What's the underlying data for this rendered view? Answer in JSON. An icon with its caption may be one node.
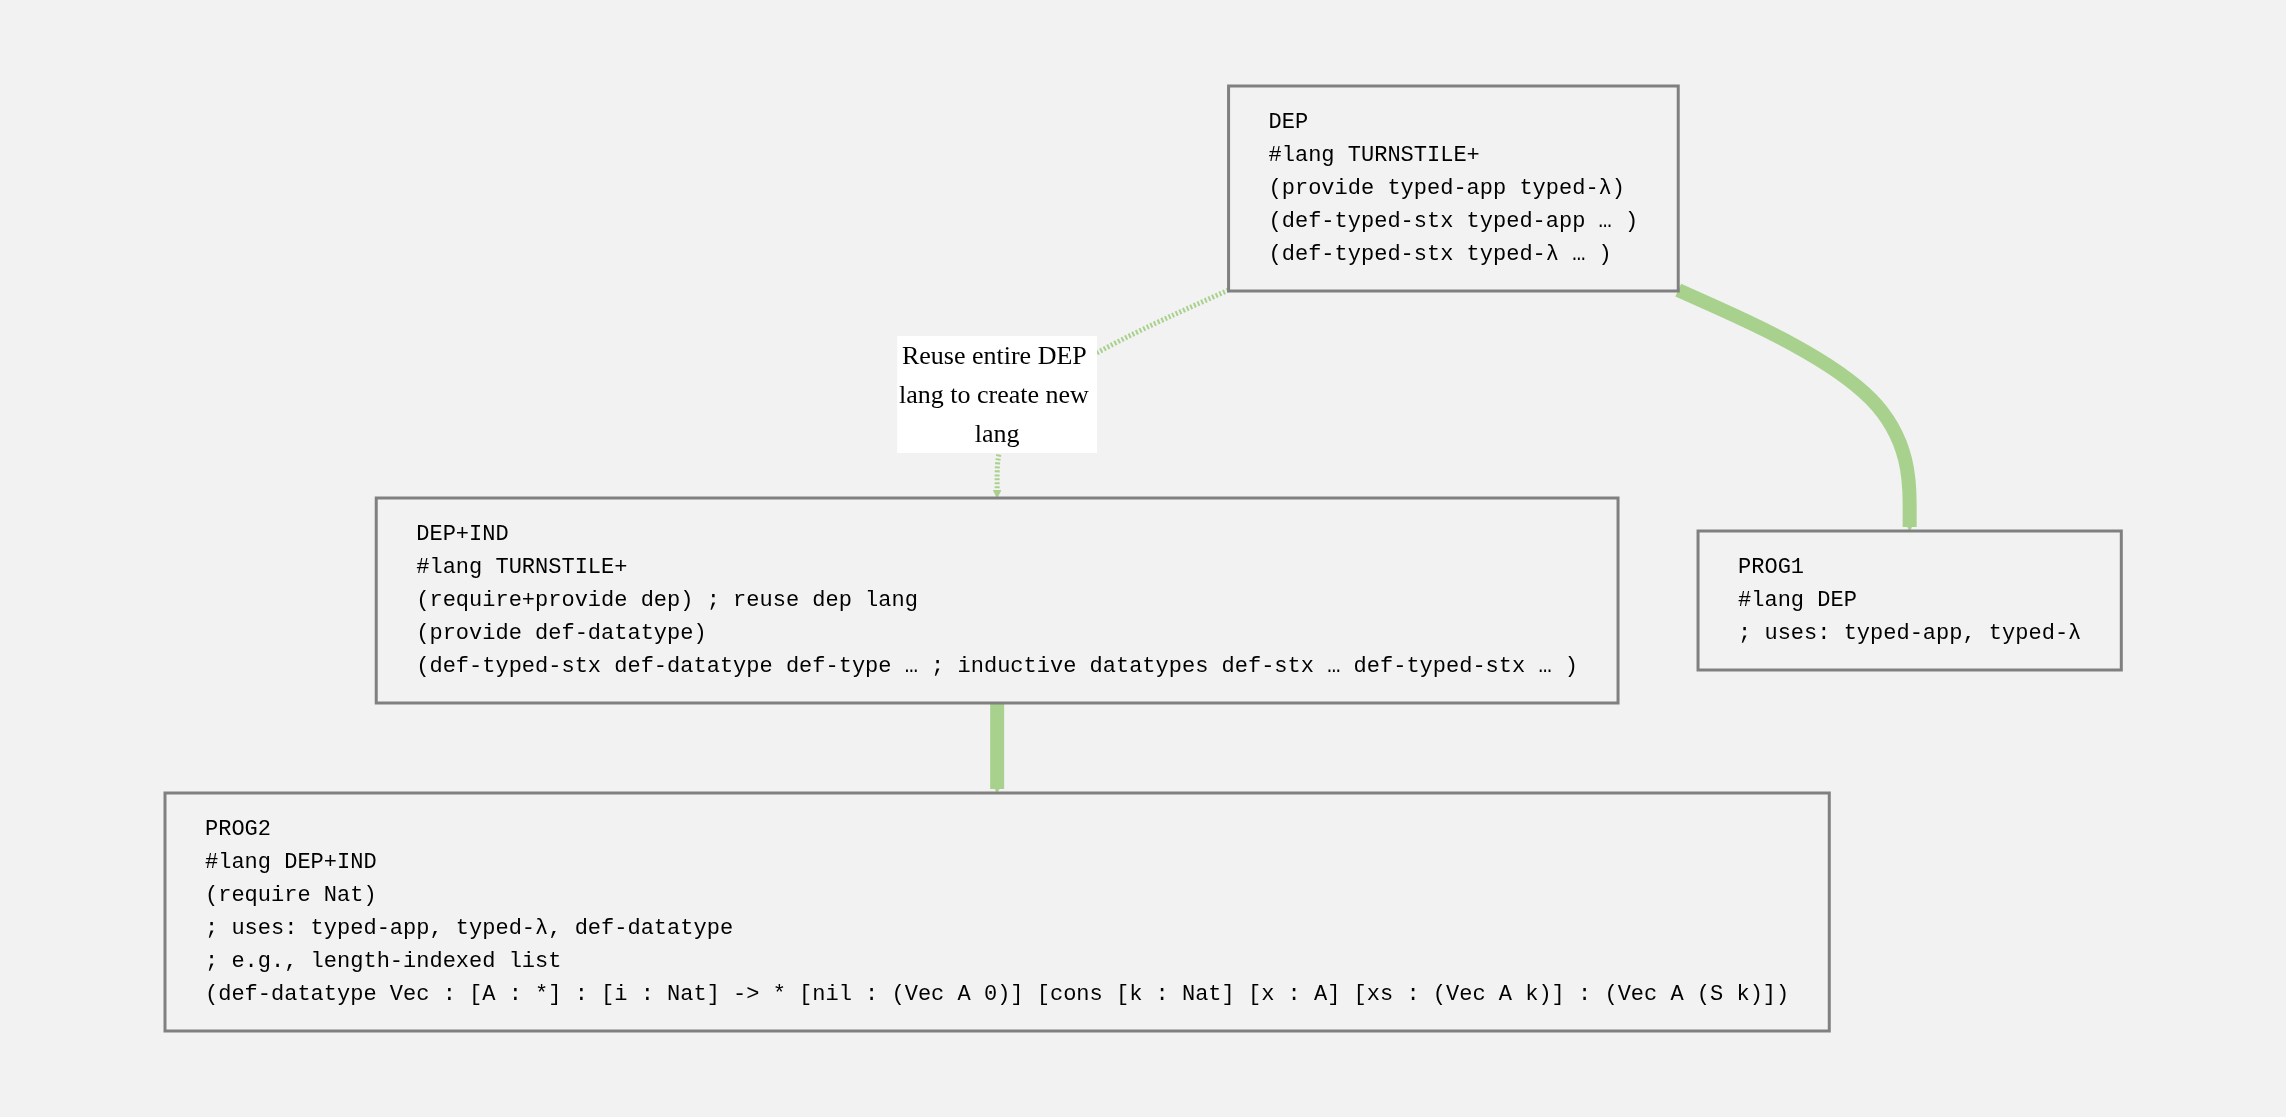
{
  "diagram": {
    "nodes": [
      {
        "text": [
          "DEP",
          "#lang TURNSTILE+",
          "(provide typed-app typed-λ)",
          "(def-typed-stx typed-app … )",
          "(def-typed-stx typed-λ … )"
        ]
      },
      {
        "text": [
          "DEP+IND",
          "#lang TURNSTILE+",
          "(require+provide dep) ; reuse dep lang",
          "(provide def-datatype)",
          "(def-typed-stx def-datatype def-type … ; inductive datatypes def-stx … def-typed-stx … )"
        ]
      },
      {
        "text": [
          "PROG1",
          "#lang DEP",
          "; uses: typed-app, typed-λ"
        ]
      },
      {
        "text": [
          "PROG2",
          "#lang DEP+IND",
          "(require Nat)",
          "; uses: typed-app, typed-λ, def-datatype",
          "; e.g., length-indexed list",
          "(def-datatype Vec : [A : *] : [i : Nat] -> * [nil : (Vec A 0)] [cons [k : Nat] [x : A] [xs : (Vec A k)] : (Vec A (S k)])"
        ]
      }
    ],
    "edges": [
      {
        "from": 0,
        "to": 1,
        "arrow": "to",
        "style": "dashed",
        "label": "Reuse entire DEP lang to create new lang"
      },
      {
        "from": 0,
        "to": 2,
        "arrow": "to"
      },
      {
        "from": 1,
        "to": 3,
        "arrow": "to"
      }
    ]
  }
}
